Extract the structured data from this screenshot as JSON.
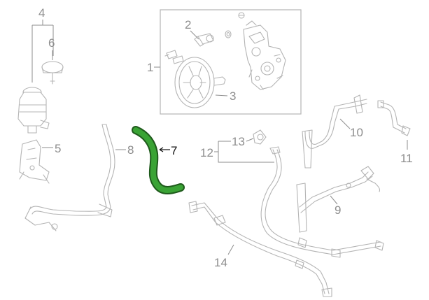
{
  "callouts": {
    "c1": "1",
    "c2": "2",
    "c3": "3",
    "c4": "4",
    "c5": "5",
    "c6": "6",
    "c7": "7",
    "c8": "8",
    "c9": "9",
    "c10": "10",
    "c11": "11",
    "c12": "12",
    "c13": "13",
    "c14": "14"
  },
  "highlight": {
    "part": "7",
    "color": "#3aa335",
    "outline": "#1f5a1c"
  },
  "colors": {
    "line_art": "#b4b4b4",
    "label": "#8e8e8e"
  }
}
